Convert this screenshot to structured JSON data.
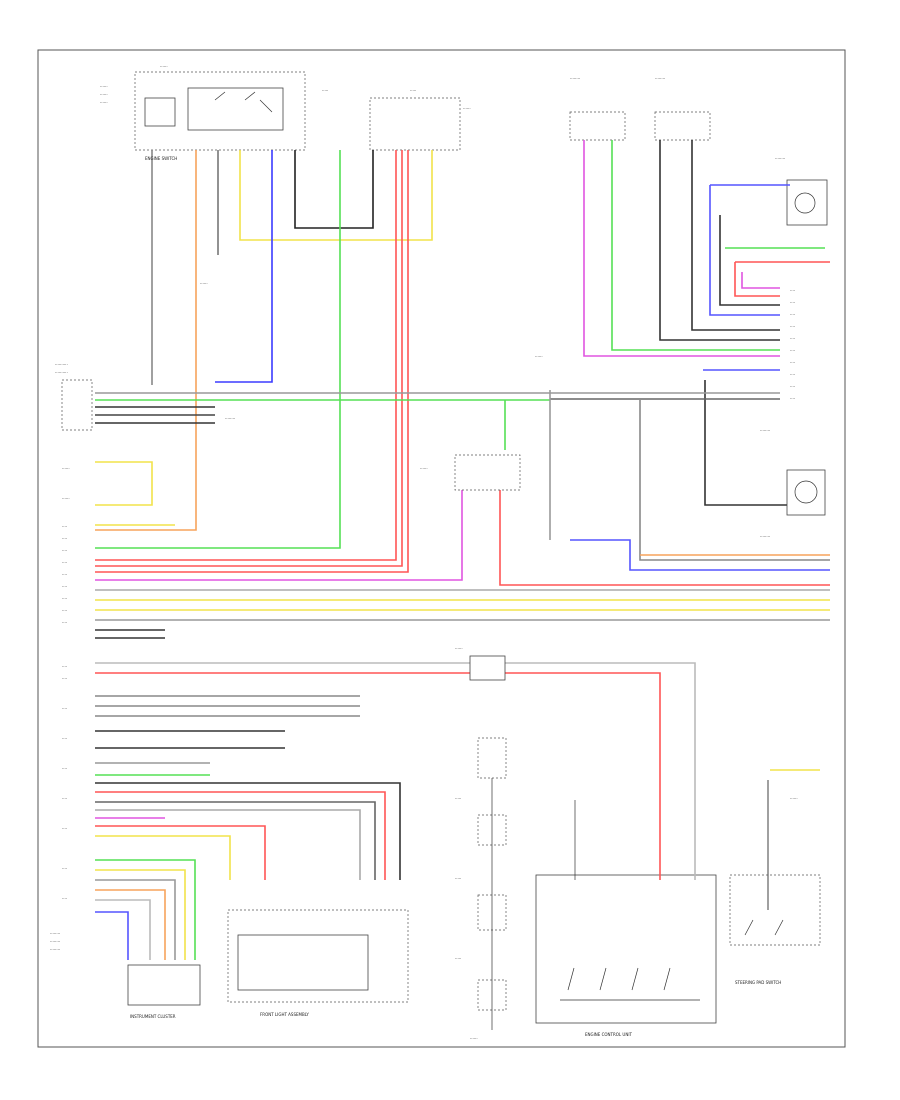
{
  "diagram": {
    "page_ref": "",
    "components": [
      {
        "id": "engine_switch",
        "caption": "ENGINE SWITCH"
      },
      {
        "id": "engine_control",
        "caption": "ENGINE CONTROL UNIT"
      },
      {
        "id": "instrument_cluster",
        "caption": "INSTRUMENT CLUSTER"
      },
      {
        "id": "front_light",
        "caption": "FRONT LIGHT ASSEMBLY"
      },
      {
        "id": "steering_pad",
        "caption": "STEERING PAD SWITCH"
      }
    ]
  }
}
